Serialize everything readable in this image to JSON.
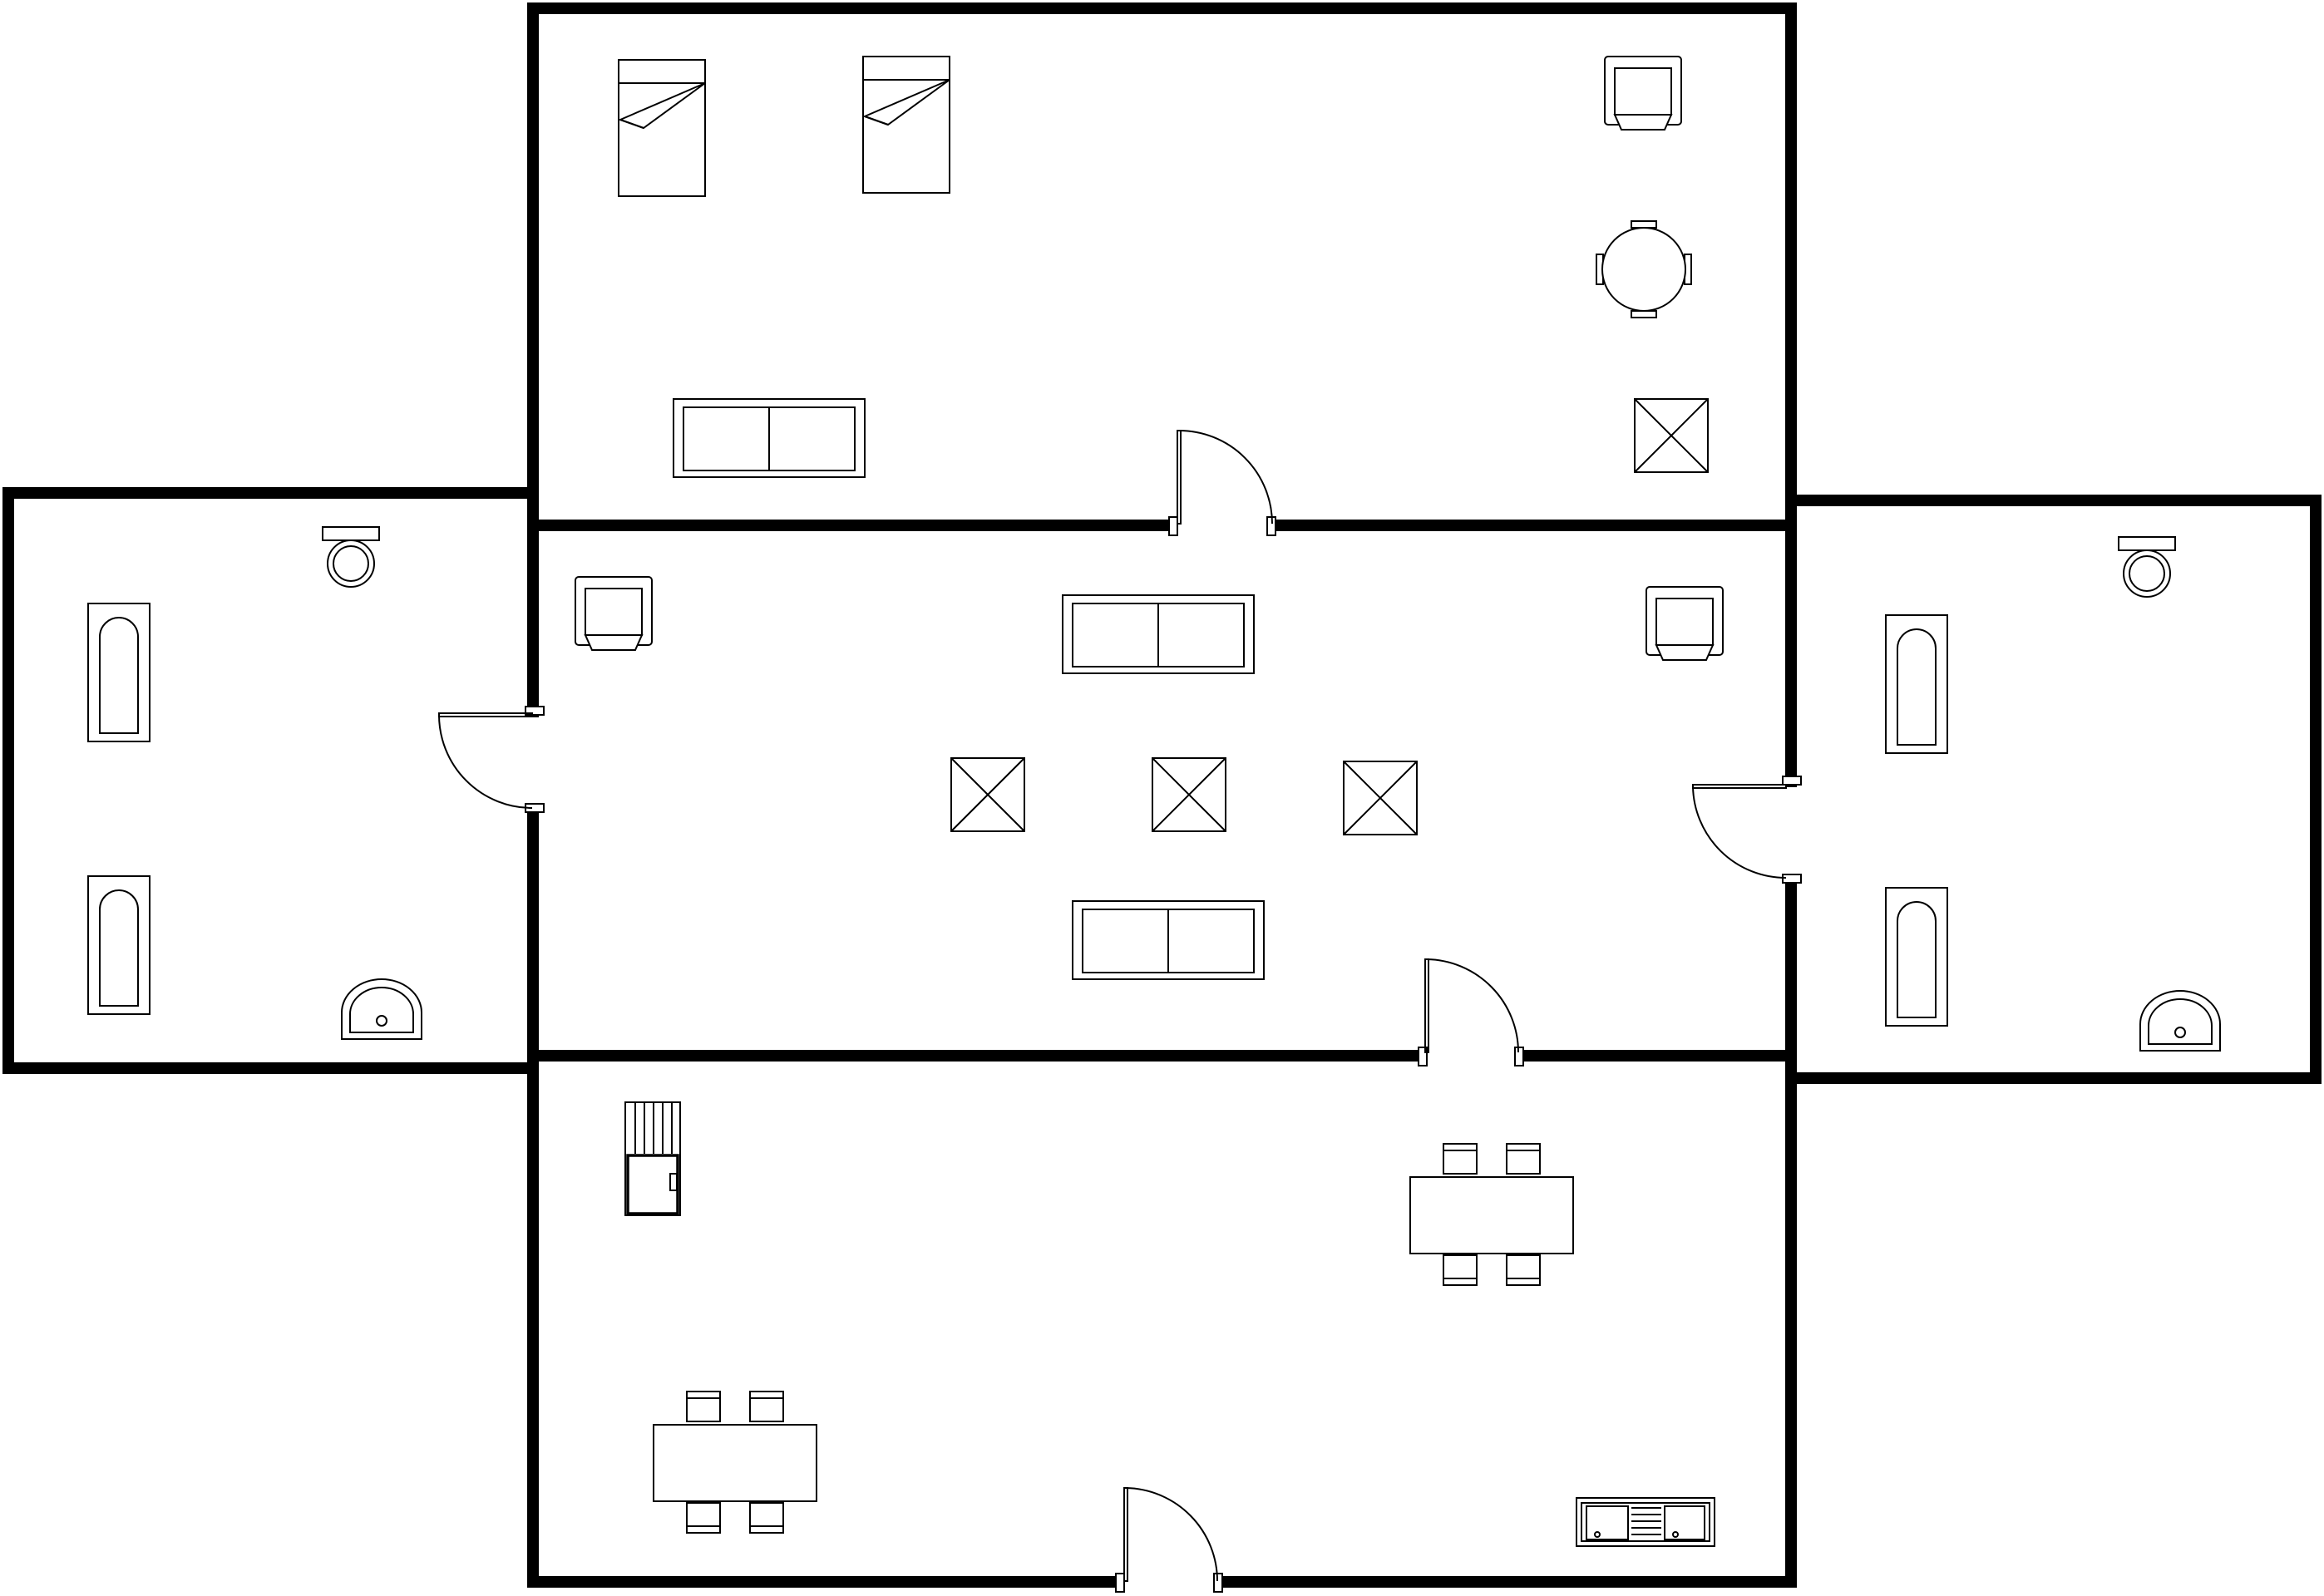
{
  "diagram": {
    "type": "floor-plan",
    "rooms": [
      "bedroom",
      "left-bathroom",
      "living-room",
      "right-bathroom",
      "kitchen-dining"
    ],
    "stroke_color": "#000000",
    "background_color": "#ffffff"
  },
  "rooms": {
    "bedroom": {
      "furniture": [
        "single-bed",
        "single-bed",
        "armchair",
        "round-table",
        "sofa",
        "square-side-table"
      ]
    },
    "left_bathroom": {
      "furniture": [
        "toilet",
        "bathtub",
        "bathtub",
        "sink"
      ]
    },
    "living_room": {
      "furniture": [
        "armchair",
        "armchair",
        "sofa",
        "sofa",
        "square-side-table",
        "square-side-table",
        "square-side-table"
      ]
    },
    "right_bathroom": {
      "furniture": [
        "toilet",
        "bathtub",
        "bathtub",
        "sink"
      ]
    },
    "kitchen_dining": {
      "furniture": [
        "refrigerator",
        "dining-table",
        "dining-table",
        "double-sink"
      ]
    }
  },
  "doors": [
    "bedroom-door",
    "left-bathroom-door",
    "right-bathroom-door",
    "kitchen-door",
    "front-door"
  ]
}
